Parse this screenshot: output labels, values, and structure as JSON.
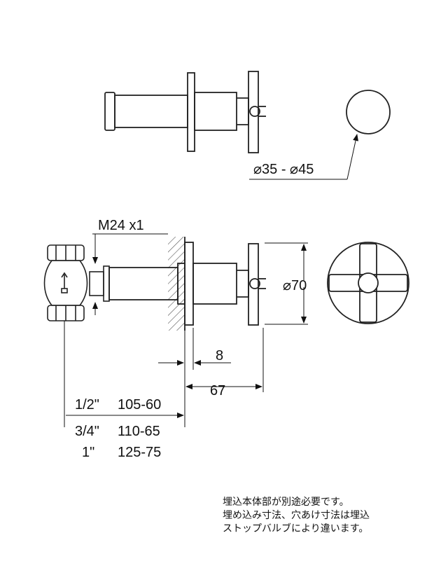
{
  "labels": {
    "rosette_dia": "⌀35 - ⌀45",
    "thread": "M24 x1",
    "plate_dia": "⌀70",
    "plate_depth": "8",
    "handle_depth": "67",
    "sizes": [
      {
        "size": "1/2\"",
        "range": "105-60"
      },
      {
        "size": "3/4\"",
        "range": "110-65"
      },
      {
        "size": "1\"",
        "range": "125-75"
      }
    ]
  },
  "note": [
    "埋込本体部が別途必要です。",
    "埋め込み寸法、穴あけ寸法は埋込",
    "ストップバルブにより違います。"
  ]
}
